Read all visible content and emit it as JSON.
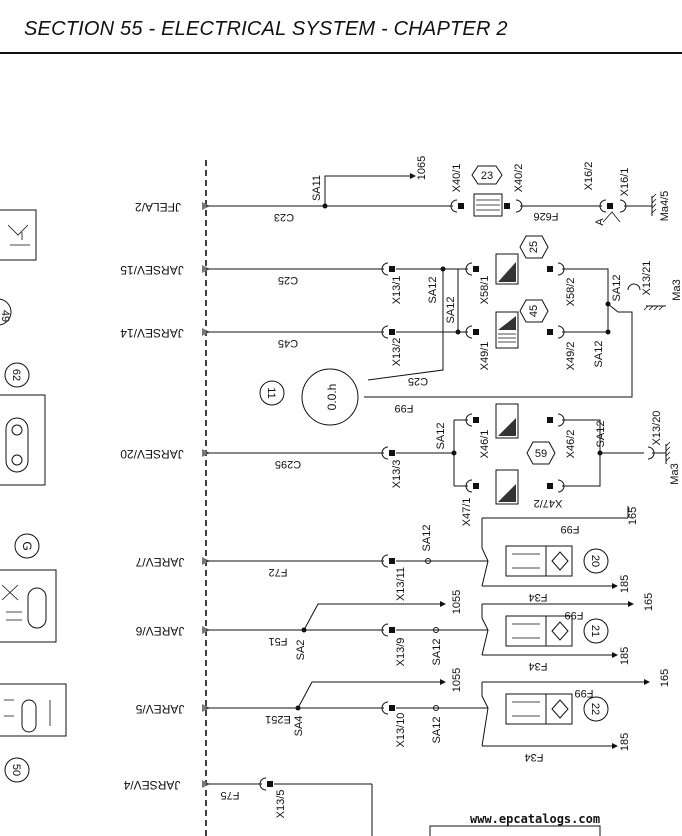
{
  "header": {
    "title": "SECTION 55 - ELECTRICAL SYSTEM - CHAPTER 2"
  },
  "watermark": "www.epcatalogs.com",
  "connectors": [
    {
      "id": "c1",
      "label": "JFELA/2"
    },
    {
      "id": "c2",
      "label": "JARSEV/15"
    },
    {
      "id": "c3",
      "label": "JARSEV/14"
    },
    {
      "id": "c4",
      "label": "JARSEV/20"
    },
    {
      "id": "c5",
      "label": "JAREV/7"
    },
    {
      "id": "c6",
      "label": "JAREV/6"
    },
    {
      "id": "c7",
      "label": "JAREV/5"
    },
    {
      "id": "c8",
      "label": "JARSEV/4"
    }
  ],
  "wires": {
    "C23": "C23",
    "C25_top": "C25",
    "C45": "C45",
    "C25_low": "C25",
    "F99_meter": "F99",
    "C295": "C295",
    "F72": "F72",
    "F51": "F51",
    "E251": "E251",
    "F75": "F75",
    "F626": "F626",
    "F99_20": "F99",
    "F34_20": "F34",
    "F99_21": "F99",
    "F34_21": "F34",
    "F99_22": "F99",
    "F34_22": "F34"
  },
  "splices": {
    "SA11": "SA11",
    "SA12_a": "SA12",
    "SA12_b": "SA12",
    "SA12_c": "SA12",
    "SA12_d": "SA12",
    "SA12_e": "SA12",
    "SA12_f": "SA12",
    "SA12_g": "SA12",
    "SA12_h": "SA12",
    "SA12_i": "SA12",
    "SA2": "SA2",
    "SA4": "SA4"
  },
  "terminals": {
    "X40_1": "X40/1",
    "X40_2": "X40/2",
    "X16_2": "X16/2",
    "X16_1": "X16/1",
    "X13_1": "X13/1",
    "X58_1": "X58/1",
    "X58_2": "X58/2",
    "X13_21": "X13/21",
    "X13_2": "X13/2",
    "X49_1": "X49/1",
    "X49_2": "X49/2",
    "X13_3": "X13/3",
    "X46_1": "X46/1",
    "X46_2": "X46/2",
    "X13_20": "X13/20",
    "X47_1": "X47/1",
    "X47_2": "X47/2",
    "X13_11": "X13/11",
    "X13_9": "X13/9",
    "X13_10": "X13/10",
    "X13_5": "X13/5"
  },
  "grounds": {
    "Ma4_5": "Ma4/5",
    "Ma3_top": "Ma3",
    "Ma3_bottom": "Ma3"
  },
  "refs": {
    "r1065": "1065",
    "r165_a": "165",
    "r185_a": "185",
    "r1055_a": "1055",
    "r165_b": "165",
    "r185_b": "185",
    "r1055_b": "1055",
    "r165_c": "165",
    "r185_c": "185",
    "A": "A"
  },
  "components": {
    "n23": "23",
    "n25": "25",
    "n45": "45",
    "n11": "11",
    "n59": "59",
    "n20": "20",
    "n21": "21",
    "n22": "22",
    "n62": "62",
    "nG": "G",
    "n50": "50",
    "n49": "49",
    "meter": "0.0.h"
  }
}
